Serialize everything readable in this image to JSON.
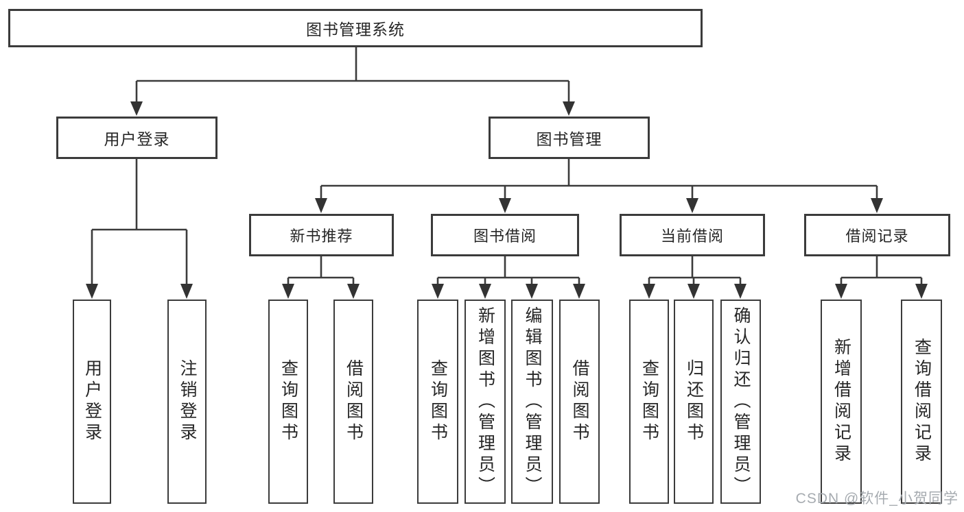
{
  "diagram": {
    "title": "图书管理系统",
    "branches": [
      {
        "label": "用户登录",
        "leaves": [
          "用户登录",
          "注销登录"
        ]
      },
      {
        "label": "图书管理",
        "sections": [
          {
            "label": "新书推荐",
            "leaves": [
              "查询图书",
              "借阅图书"
            ]
          },
          {
            "label": "图书借阅",
            "leaves": [
              "查询图书",
              "新增图书（管理员）",
              "编辑图书（管理员）",
              "借阅图书"
            ]
          },
          {
            "label": "当前借阅",
            "leaves": [
              "查询图书",
              "归还图书",
              "确认归还（管理员）"
            ]
          },
          {
            "label": "借阅记录",
            "leaves": [
              "新增借阅记录",
              "查询借阅记录"
            ]
          }
        ]
      }
    ]
  },
  "watermark": {
    "text": "CSDN @软件_小贺同学"
  },
  "colors": {
    "line": "#3b3b3b",
    "box_border": "#3b3b3b",
    "text": "#262626",
    "background": "#ffffff",
    "watermark": "#a6abb0"
  }
}
